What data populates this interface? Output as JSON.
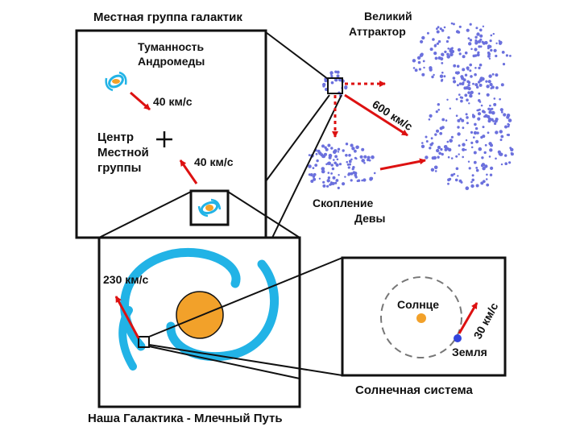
{
  "labels": {
    "local_group_title": "Местная группа галактик",
    "great_attractor_line1": "Великий",
    "great_attractor_line2": "Аттрактор",
    "andromeda_line1": "Туманность",
    "andromeda_line2": "Андромеды",
    "andromeda_speed": "40 км/с",
    "center_line1": "Центр",
    "center_line2": "Местной",
    "center_line3": "группы",
    "galaxy_speed": "40 км/с",
    "attractor_speed": "600 км/с",
    "virgo_line1": "Скопление",
    "virgo_line2": "Девы",
    "milky_way_speed": "230 км/с",
    "sun": "Солнце",
    "earth": "Земля",
    "earth_speed": "30 км/с",
    "solar_system": "Солнечная система",
    "milky_way_title": "Наша Галактика - Млечный Путь"
  },
  "colors": {
    "arrow": "#dd1111",
    "galaxy_arms": "#22b3e6",
    "core": "#f2a12a",
    "dots": "#6b70dd",
    "earth": "#3344dd",
    "frame": "#111111",
    "orbit": "#777777"
  },
  "icons": {
    "center_marker": "plus-icon",
    "galaxy": "spiral-galaxy-icon"
  }
}
